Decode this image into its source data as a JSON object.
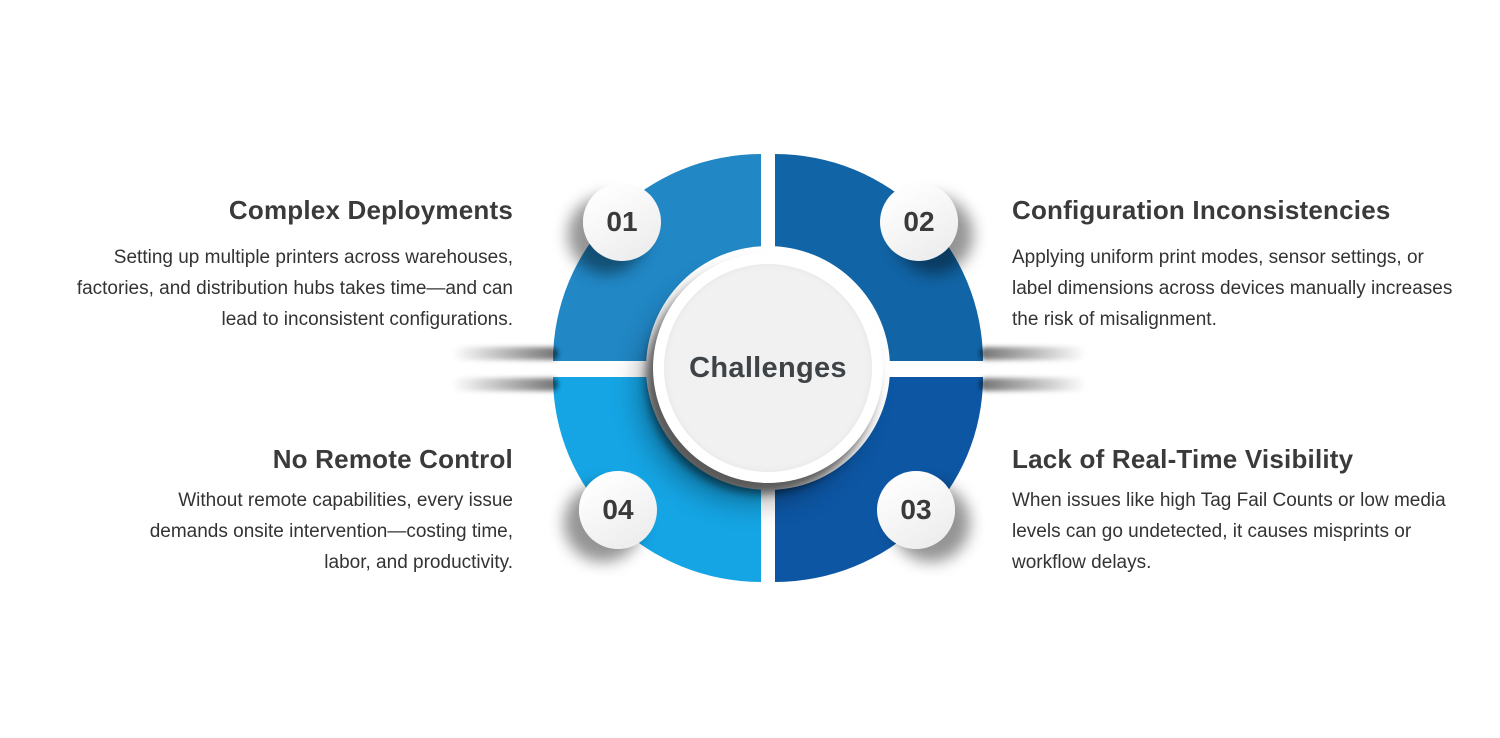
{
  "page": {
    "background": "#ffffff"
  },
  "diagram": {
    "center": {
      "label": "Challenges",
      "fill": "#f1f1f2"
    },
    "items": [
      {
        "number": "01",
        "position": "top-left",
        "color": "#2187C5",
        "title": "Complex Deployments",
        "description": "Setting up multiple printers across warehouses, factories, and distribution hubs takes time—and can lead to inconsistent configurations."
      },
      {
        "number": "02",
        "position": "top-right",
        "color": "#1164A5",
        "title": "Configuration Inconsistencies",
        "description": "Applying uniform print modes, sensor settings, or label dimensions across devices manually increases the risk of misalignment."
      },
      {
        "number": "03",
        "position": "bottom-right",
        "color": "#0D56A3",
        "title": "Lack of Real-Time Visibility",
        "description": "When issues like high Tag Fail Counts or low media levels can go undetected, it causes misprints or workflow delays."
      },
      {
        "number": "04",
        "position": "bottom-left",
        "color": "#15A5E4",
        "title": "No Remote Control",
        "description": "Without remote capabilities, every issue demands onsite intervention—costing time, labor, and productivity."
      }
    ]
  }
}
